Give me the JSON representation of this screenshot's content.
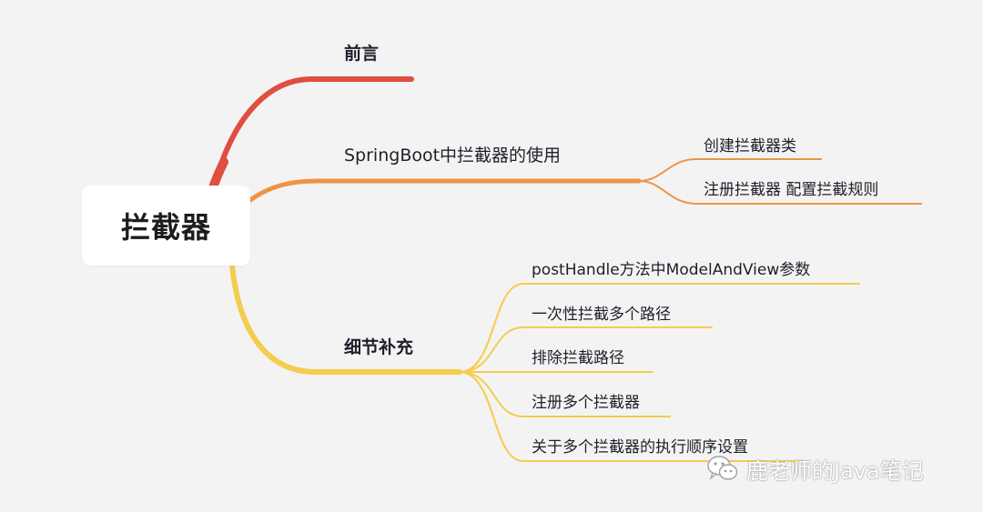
{
  "root": {
    "label": "拦截器"
  },
  "branches": [
    {
      "label": "前言",
      "color": "#e04e3f",
      "children": []
    },
    {
      "label": "SpringBoot中拦截器的使用",
      "color": "#ee9444",
      "children": [
        {
          "label": "创建拦截器类"
        },
        {
          "label": "注册拦截器 配置拦截规则"
        }
      ]
    },
    {
      "label": "细节补充",
      "color": "#f4cc4e",
      "children": [
        {
          "label": "postHandle方法中ModelAndView参数"
        },
        {
          "label": "一次性拦截多个路径"
        },
        {
          "label": "排除拦截路径"
        },
        {
          "label": "注册多个拦截器"
        },
        {
          "label": "关于多个拦截器的执行顺序设置"
        }
      ]
    }
  ],
  "watermark": {
    "icon": "wechat-icon",
    "text": "鹿老师的Java笔记"
  }
}
